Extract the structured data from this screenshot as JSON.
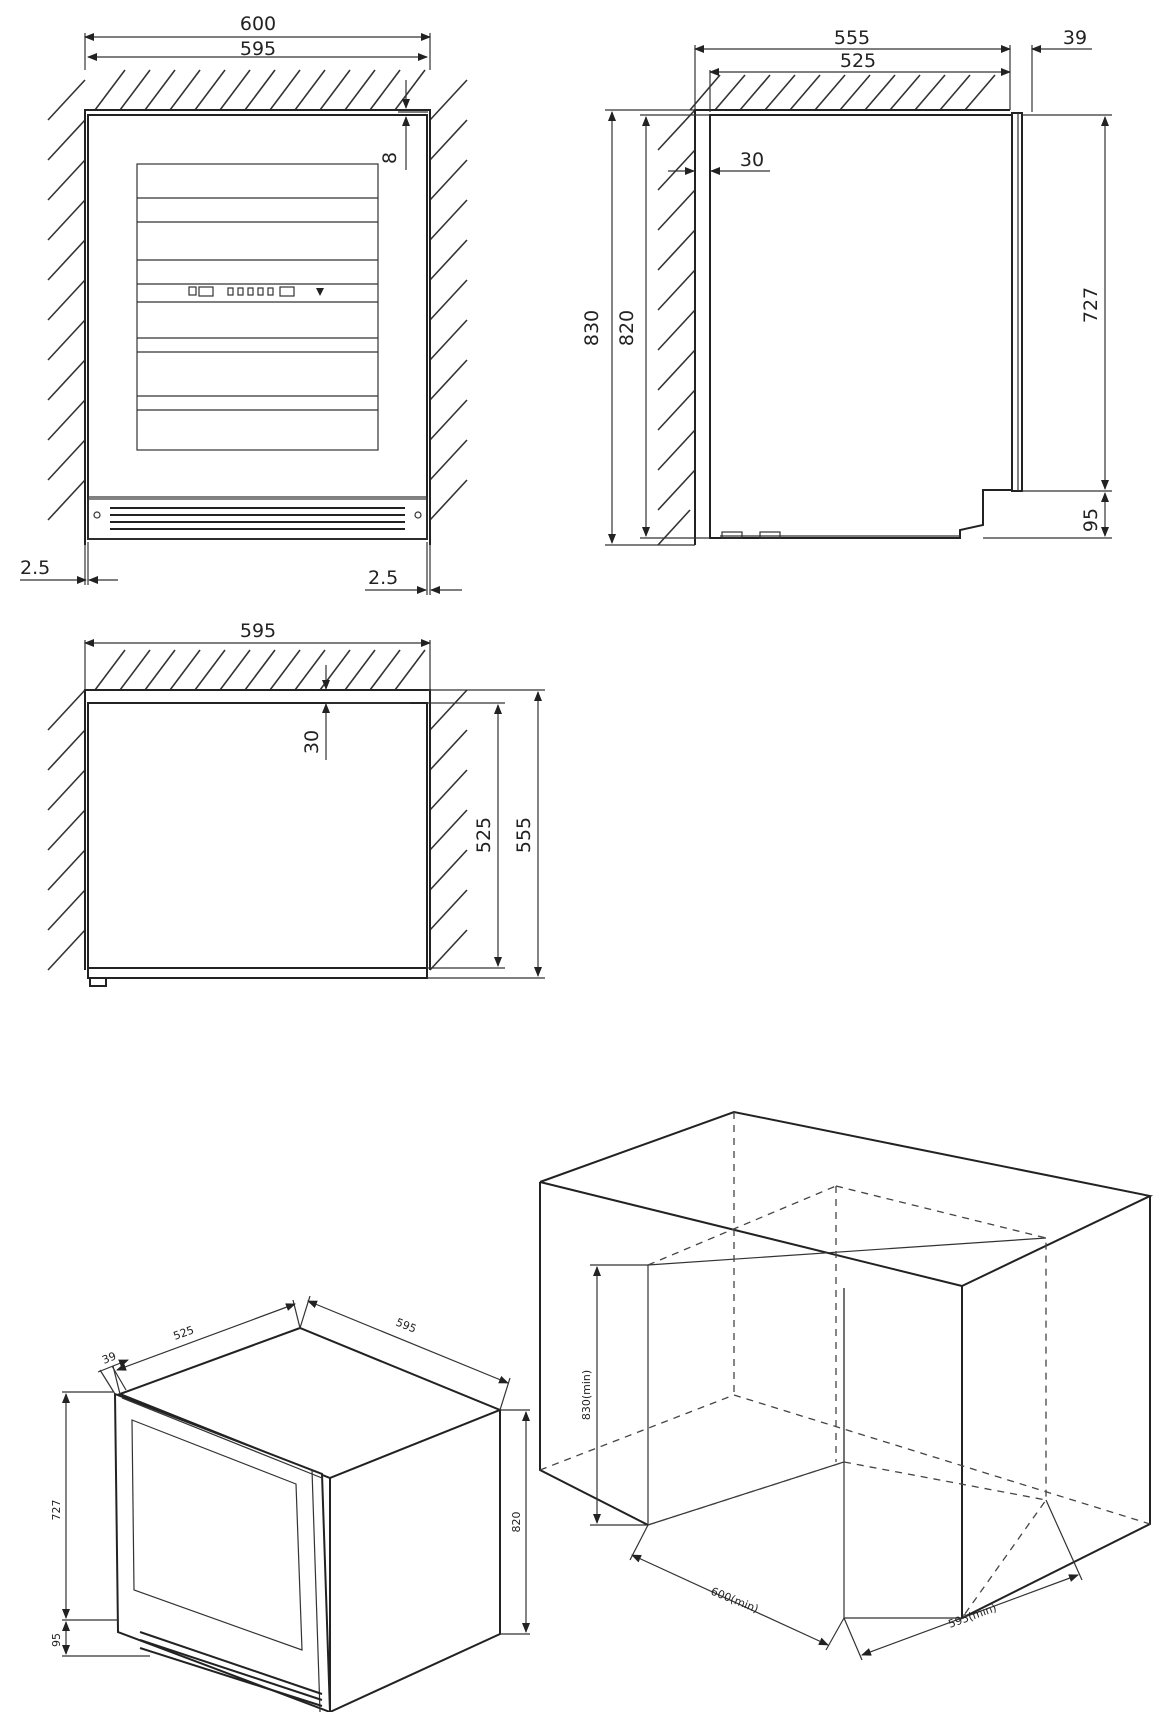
{
  "front_view": {
    "dim_outer_width": "600",
    "dim_unit_width": "595",
    "dim_top_gap": "8",
    "dim_left_gap": "2.5",
    "dim_right_gap": "2.5"
  },
  "side_view": {
    "dim_depth": "555",
    "dim_door": "39",
    "dim_body_depth": "525",
    "dim_back_gap": "30",
    "dim_niche_height": "830",
    "dim_unit_height": "820",
    "dim_door_height": "727",
    "dim_plinth": "95"
  },
  "top_view": {
    "dim_width": "595",
    "dim_back_gap": "30",
    "dim_body_depth": "525",
    "dim_depth": "555"
  },
  "iso_unit": {
    "dim_door": "39",
    "dim_depth": "525",
    "dim_width": "595",
    "dim_door_height": "727",
    "dim_plinth": "95",
    "dim_height": "820"
  },
  "iso_niche": {
    "dim_height_min": "830(min)",
    "dim_width_min": "600(min)",
    "dim_depth_min": "595(min)"
  }
}
